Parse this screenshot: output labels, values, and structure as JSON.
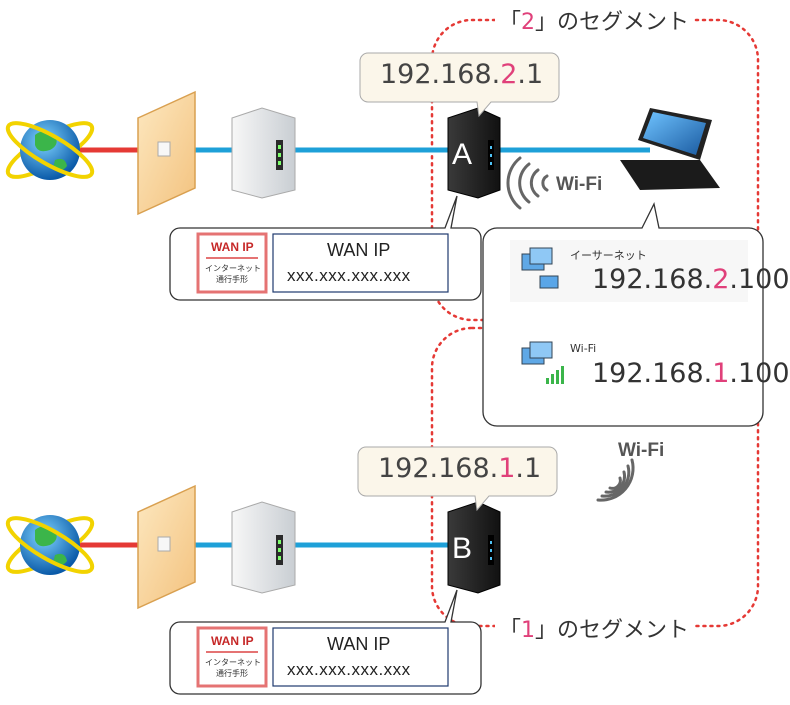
{
  "segments": {
    "top": {
      "prefix": "「",
      "num": "2",
      "suffix": "」のセグメント"
    },
    "bottom": {
      "prefix": "「",
      "num": "1",
      "suffix": "」のセグメント"
    }
  },
  "routers": {
    "a": {
      "letter": "A",
      "ip_pre": "192.168.",
      "ip_hl": "2",
      "ip_post": ".1"
    },
    "b": {
      "letter": "B",
      "ip_pre": "192.168.",
      "ip_hl": "1",
      "ip_post": ".1"
    }
  },
  "wifi": {
    "top": "Wi-Fi",
    "bottom": "Wi-Fi"
  },
  "wan": {
    "badge_title": "WAN IP",
    "badge_sub1": "インターネット",
    "badge_sub2": "通行手形",
    "label": "WAN IP",
    "value": "xxx.xxx.xxx.xxx"
  },
  "laptop_networks": [
    {
      "name": "イーサーネット",
      "ip_pre": "192.168.",
      "ip_hl": "2",
      "ip_post": ".100"
    },
    {
      "name": "Wi-Fi",
      "ip_pre": "192.168.",
      "ip_hl": "1",
      "ip_post": ".100"
    }
  ],
  "colors": {
    "cable": "#1ea0d8",
    "internet_link": "#e53935",
    "segment_border": "#e53935",
    "highlight": "#e0407a"
  }
}
